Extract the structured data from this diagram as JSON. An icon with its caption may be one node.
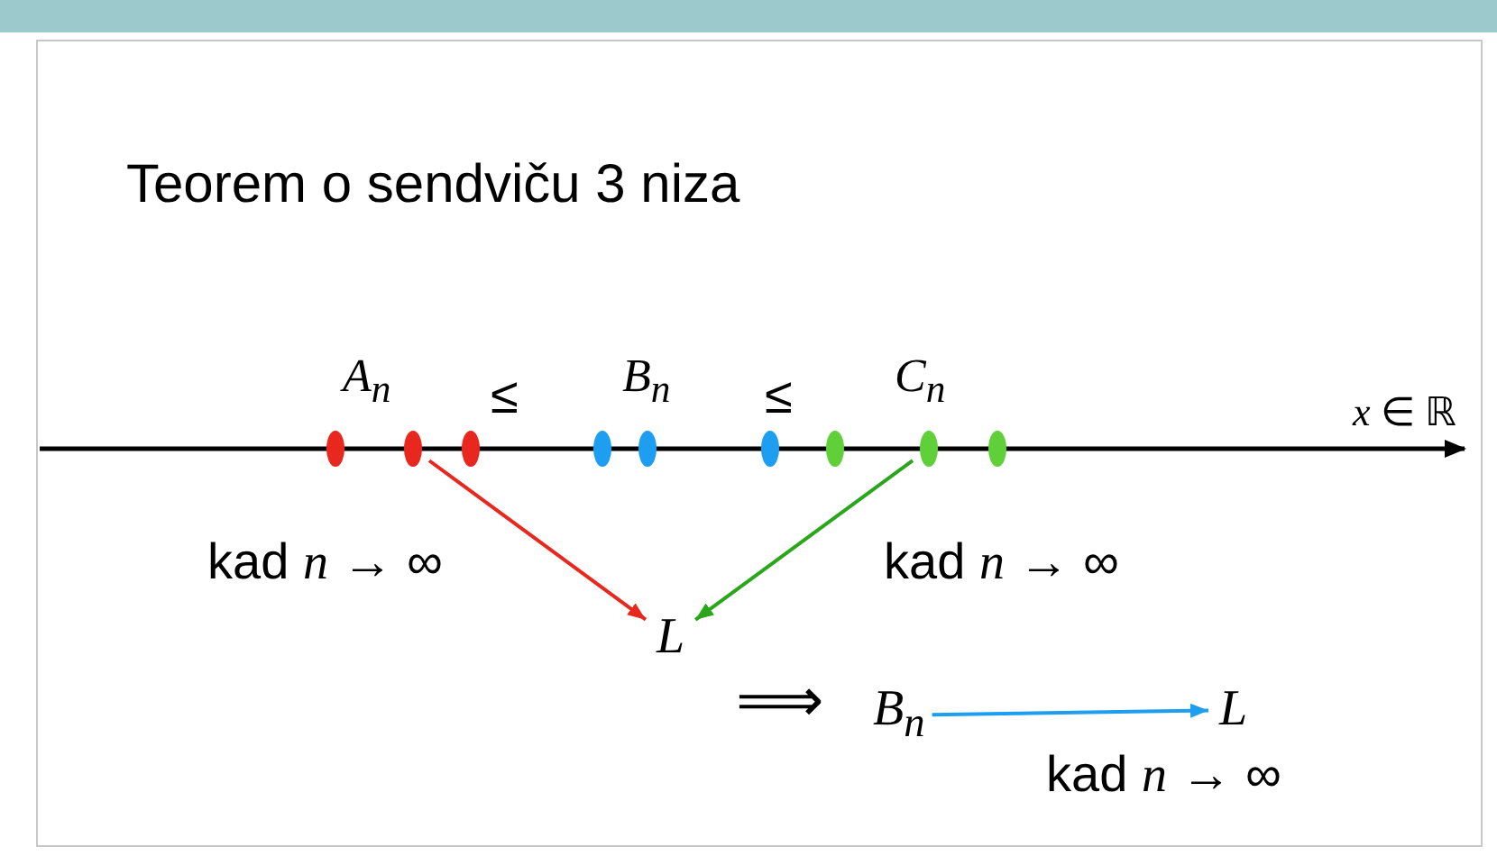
{
  "diagram": {
    "title": "Teorem o sendviču 3 niza",
    "nodes": [
      {
        "text": [],
        "shape": "circle"
      },
      {
        "text": [],
        "shape": "circle"
      },
      {
        "text": [],
        "shape": "circle"
      },
      {
        "text": [],
        "shape": "circle"
      },
      {
        "text": [],
        "shape": "circle"
      },
      {
        "text": [],
        "shape": "circle"
      },
      {
        "text": [],
        "shape": "circle"
      },
      {
        "text": [],
        "shape": "circle"
      },
      {
        "text": [],
        "shape": "circle"
      },
      {
        "text": [
          "L"
        ]
      },
      {
        "text": [
          "B$_{n}$"
        ]
      },
      {
        "text": [
          "L"
        ]
      }
    ],
    "edges": [
      {
        "from": 1,
        "to": 9,
        "arrow": "to",
        "label": "kad *n* → ∞",
        "color": "#e8281e"
      },
      {
        "from": 7,
        "to": 9,
        "arrow": "to",
        "label": "kad *n* → ∞",
        "color": "#2aa61a"
      },
      {
        "from": 10,
        "to": 11,
        "arrow": "to",
        "label": "kad *n* → ∞",
        "color": "#1e9ef0"
      }
    ],
    "labels": [
      "A$_{n}$",
      "≤",
      "B$_{n}$",
      "≤",
      "C$_{n}$",
      "*x* ∈ ℝ",
      "⟹"
    ]
  }
}
